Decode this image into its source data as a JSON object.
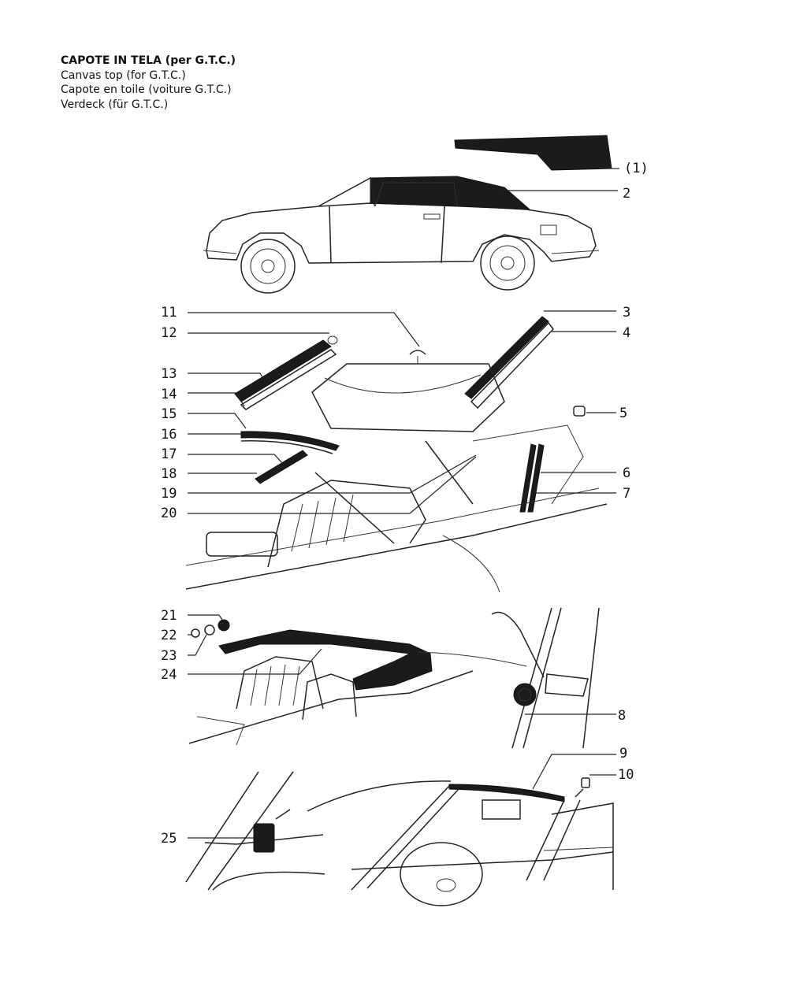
{
  "header": {
    "line1": "CAPOTE IN TELA (per G.T.C.)",
    "line2": "Canvas top (for G.T.C.)",
    "line3": "Capote en toile (voiture G.T.C.)",
    "line4": "Verdeck (für G.T.C.)"
  },
  "callouts": {
    "c1": "(1)",
    "c2": "2",
    "c3": "3",
    "c4": "4",
    "c5": "5",
    "c6": "6",
    "c7": "7",
    "c8": "8",
    "c9": "9",
    "c10": "10",
    "c11": "11",
    "c12": "12",
    "c13": "13",
    "c14": "14",
    "c15": "15",
    "c16": "16",
    "c17": "17",
    "c18": "18",
    "c19": "19",
    "c20": "20",
    "c21": "21",
    "c22": "22",
    "c23": "23",
    "c24": "24",
    "c25": "25"
  }
}
